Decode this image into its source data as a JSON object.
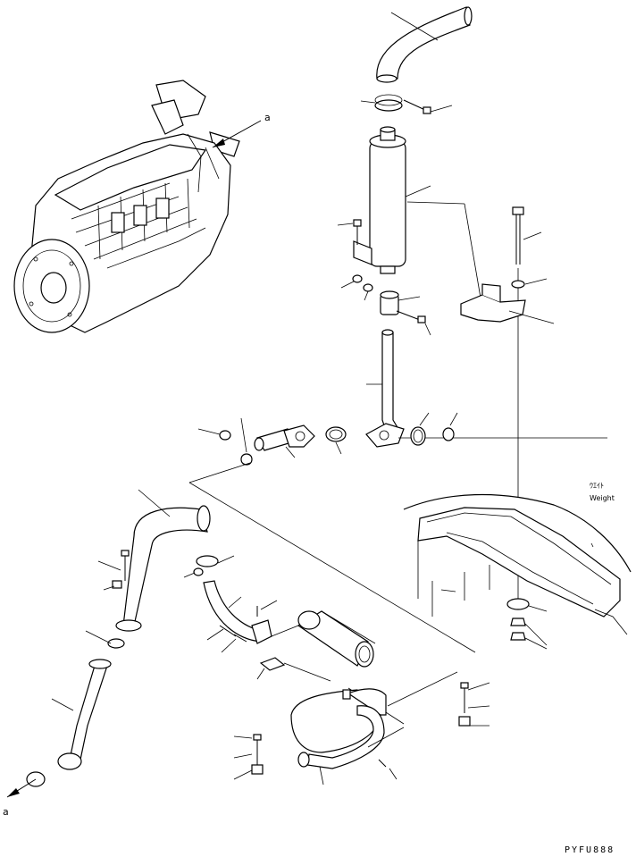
{
  "diagram": {
    "view_label_top": "a",
    "view_label_bottom": "a",
    "weight_jp": "ｳｴｲﾄ",
    "weight_en": "Weight",
    "figure_code": "PYFU888"
  },
  "parts": [
    "tail-pipe",
    "clamp",
    "bolt",
    "muffler",
    "bracket-bolt",
    "long-bolt",
    "washer",
    "mounting-bracket",
    "nut",
    "clamp-2",
    "bolt-2",
    "inlet-pipe",
    "gasket",
    "spring",
    "nut-2",
    "flange-pipe",
    "elbow",
    "front-pipe",
    "catalytic-converter",
    "rear-muffler",
    "bracket",
    "counterweight"
  ]
}
